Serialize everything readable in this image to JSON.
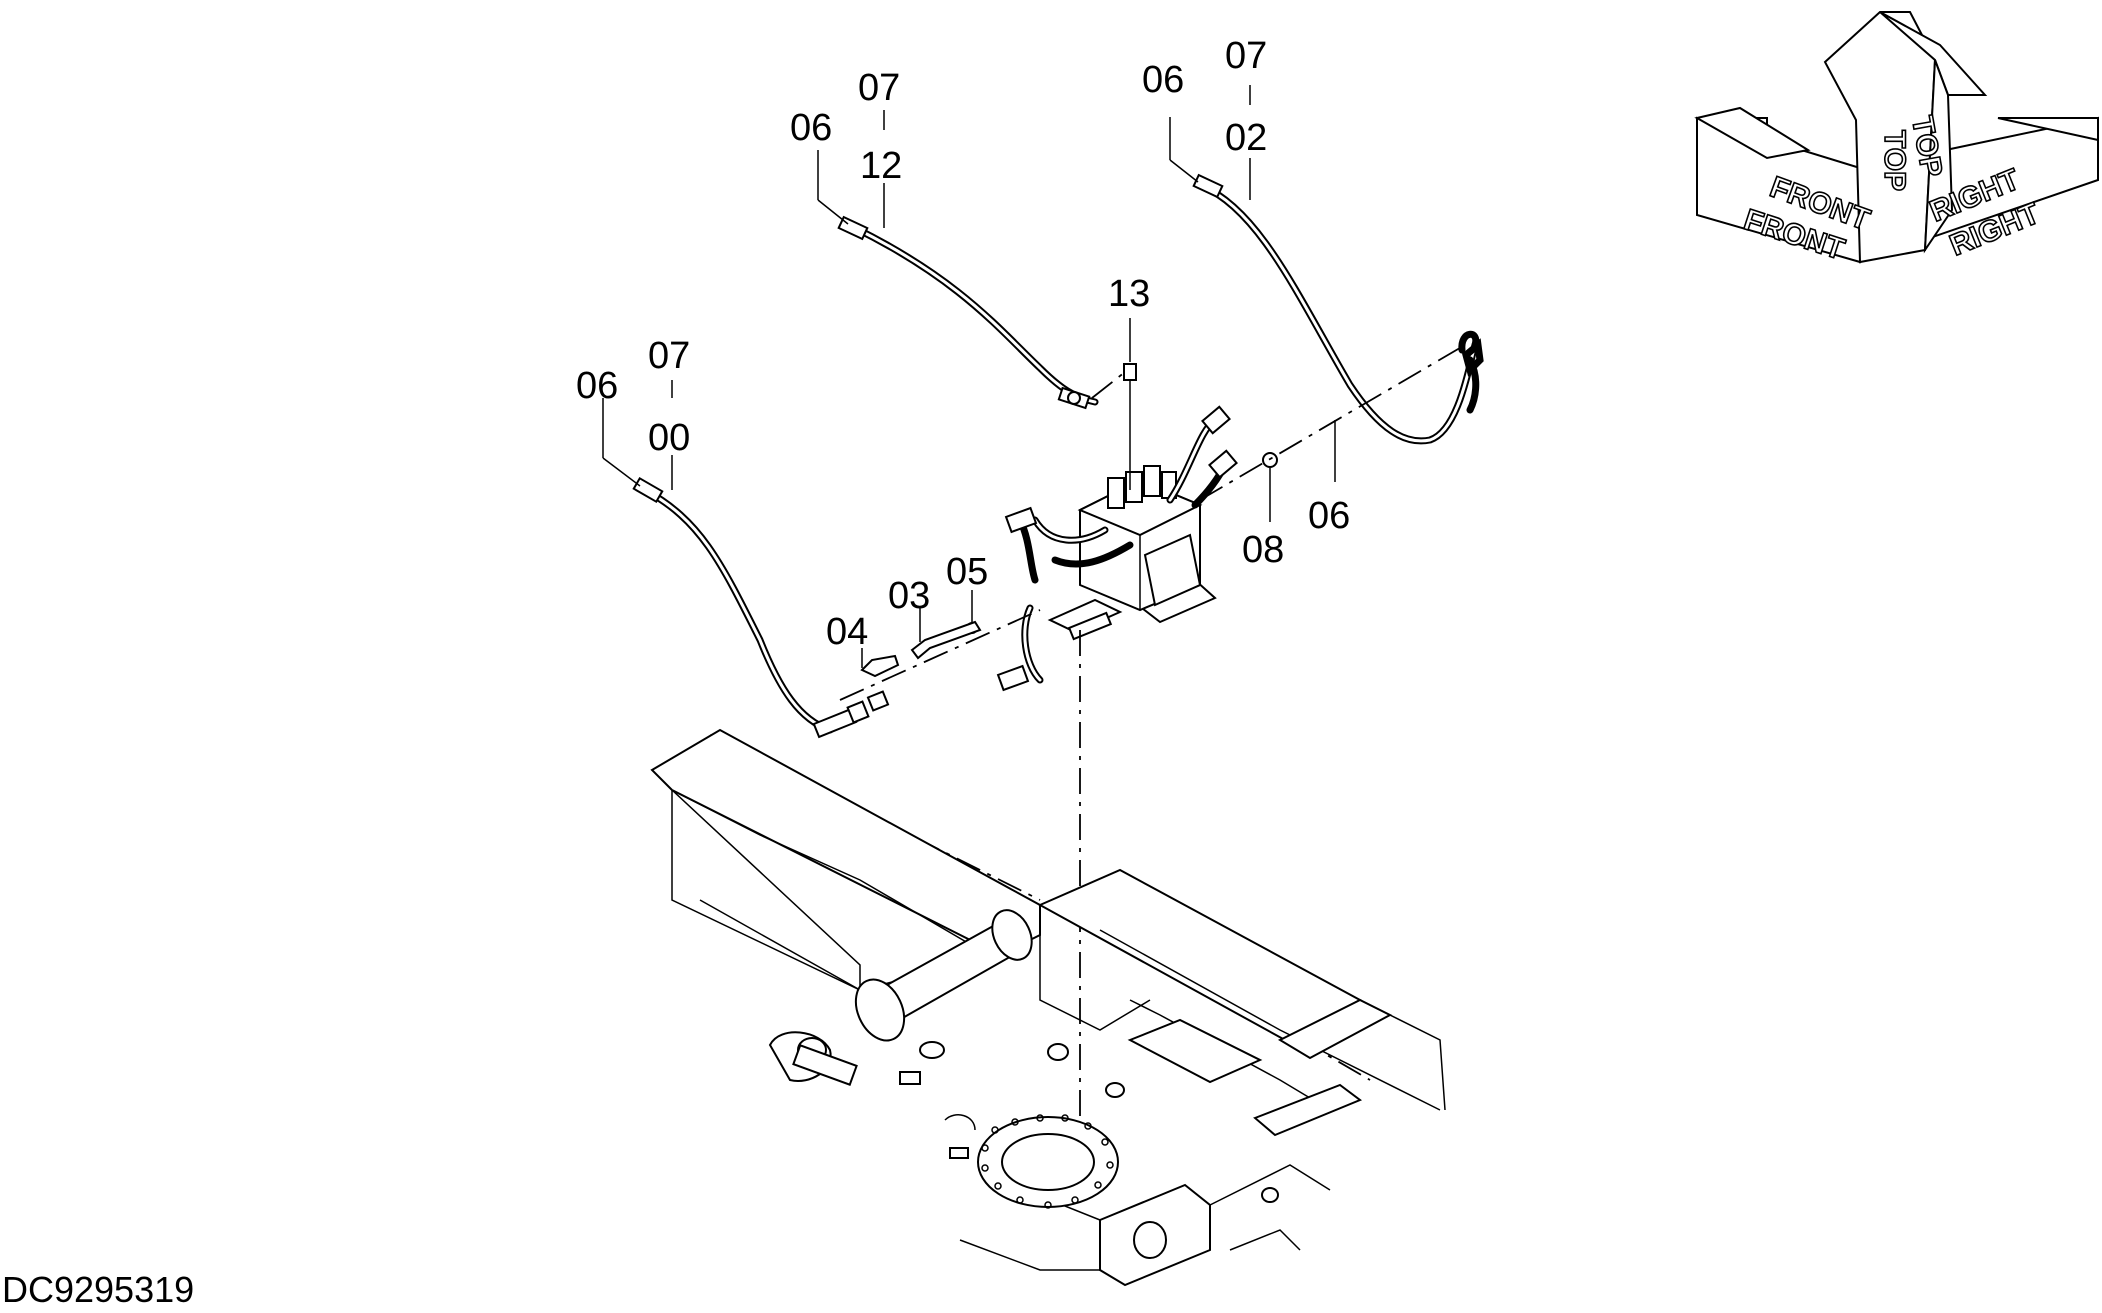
{
  "document_id": "DC9295319",
  "orientation_indicator": {
    "labels": [
      "FRONT",
      "FRONT",
      "TOP",
      "TOP",
      "RIGHT",
      "RIGHT"
    ]
  },
  "callouts": [
    {
      "id": "c-06-a",
      "text": "06"
    },
    {
      "id": "c-07-a",
      "text": "07"
    },
    {
      "id": "c-12",
      "text": "12"
    },
    {
      "id": "c-06-b",
      "text": "06"
    },
    {
      "id": "c-07-b",
      "text": "07"
    },
    {
      "id": "c-02",
      "text": "02"
    },
    {
      "id": "c-13",
      "text": "13"
    },
    {
      "id": "c-06-c",
      "text": "06"
    },
    {
      "id": "c-07-c",
      "text": "07"
    },
    {
      "id": "c-00",
      "text": "00"
    },
    {
      "id": "c-08",
      "text": "08"
    },
    {
      "id": "c-06-d",
      "text": "06"
    },
    {
      "id": "c-05",
      "text": "05"
    },
    {
      "id": "c-03",
      "text": "03"
    },
    {
      "id": "c-04",
      "text": "04"
    }
  ]
}
